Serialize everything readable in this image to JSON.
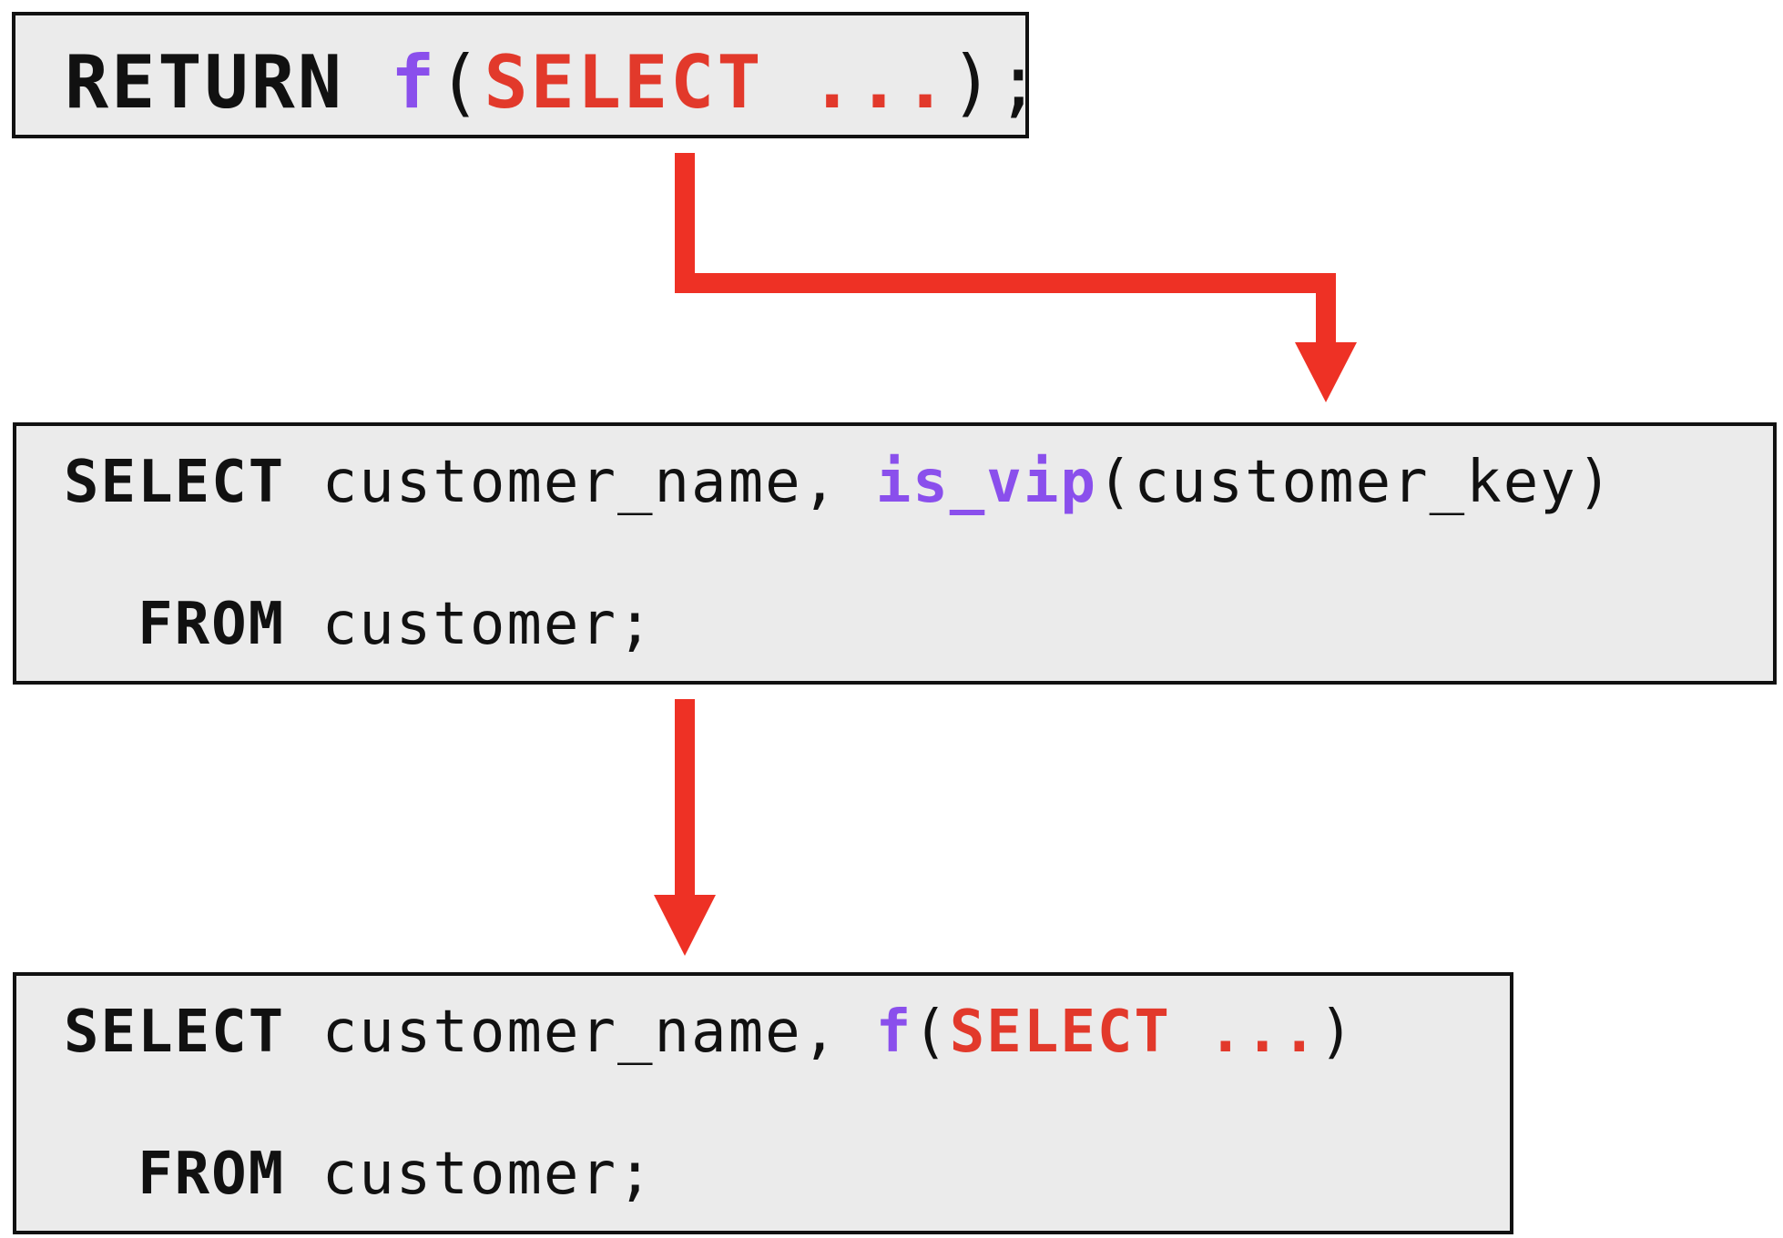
{
  "colors": {
    "keyword": "#111111",
    "function": "#8a4fec",
    "subquery": "#e2392b",
    "box_background": "#ebebeb",
    "box_border": "#111111",
    "arrow": "#ee3125"
  },
  "box1": {
    "keyword": "RETURN",
    "fn": "f",
    "open": "(",
    "sub_select": "SELECT",
    "sub_rest": " ...",
    "close": ");"
  },
  "box2": {
    "line1": {
      "keyword": "SELECT",
      "columns": "customer_name,",
      "fn": "is_vip",
      "args": "(customer_key)"
    },
    "line2": {
      "keyword": "FROM",
      "table": "customer;"
    }
  },
  "box3": {
    "line1": {
      "keyword": "SELECT",
      "columns": "customer_name,",
      "fn": "f",
      "open": "(",
      "sub_select": "SELECT",
      "sub_rest": " ...",
      "close": ")"
    },
    "line2": {
      "keyword": "FROM",
      "table": "customer;"
    }
  },
  "arrows": [
    {
      "from": "box1",
      "to": "box2"
    },
    {
      "from": "box2",
      "to": "box3"
    }
  ]
}
